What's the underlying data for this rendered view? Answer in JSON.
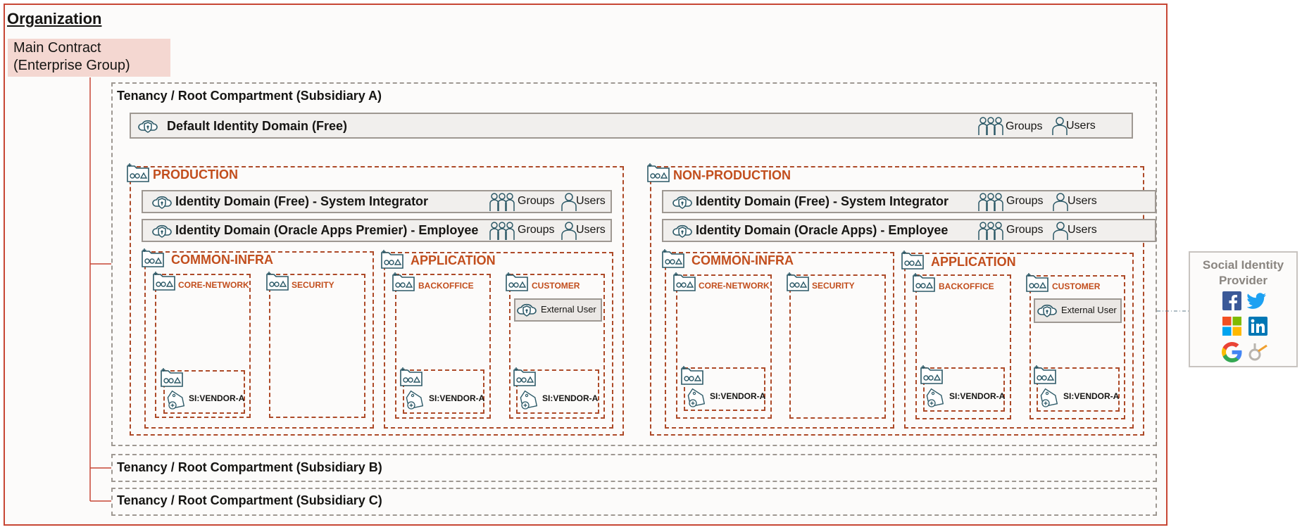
{
  "organization": {
    "title": "Organization",
    "main_contract": "Main Contract\n(Enterprise Group)"
  },
  "tenancies": {
    "a": "Tenancy / Root Compartment (Subsidiary A)",
    "b": "Tenancy / Root Compartment (Subsidiary B)",
    "c": "Tenancy / Root Compartment (Subsidiary C)"
  },
  "default_domain": {
    "label": "Default Identity Domain (Free)",
    "groups": "Groups",
    "users": "Users"
  },
  "production": {
    "title": "PRODUCTION",
    "domain_si": "Identity Domain (Free) - System Integrator",
    "domain_emp": "Identity Domain (Oracle Apps Premier) - Employee",
    "groups": "Groups",
    "users": "Users",
    "common_infra": "COMMON-INFRA",
    "core_network": "CORE-NETWORK",
    "security": "SECURITY",
    "application": "APPLICATION",
    "backoffice": "BACKOFFICE",
    "customer": "CUSTOMER",
    "external_user": "External User",
    "vendor": "SI:VENDOR-A"
  },
  "nonproduction": {
    "title": "NON-PRODUCTION",
    "domain_si": "Identity Domain (Free) - System Integrator",
    "domain_emp": "Identity Domain (Oracle Apps) - Employee",
    "groups": "Groups",
    "users": "Users",
    "common_infra": "COMMON-INFRA",
    "core_network": "CORE-NETWORK",
    "security": "SECURITY",
    "application": "APPLICATION",
    "backoffice": "BACKOFFICE",
    "customer": "CUSTOMER",
    "external_user": "External User",
    "vendor": "SI:VENDOR-A"
  },
  "social": {
    "label": "Social Identity\nProvider",
    "providers": [
      "facebook-icon",
      "twitter-icon",
      "microsoft-icon",
      "linkedin-icon",
      "google-icon",
      "oracle-icon"
    ]
  },
  "colors": {
    "org_border": "#c74634",
    "compartment": "#ad4a28",
    "compartment_text": "#c24e1d",
    "icon": "#2c5967",
    "main_contract_bg": "#f4d7d1"
  }
}
